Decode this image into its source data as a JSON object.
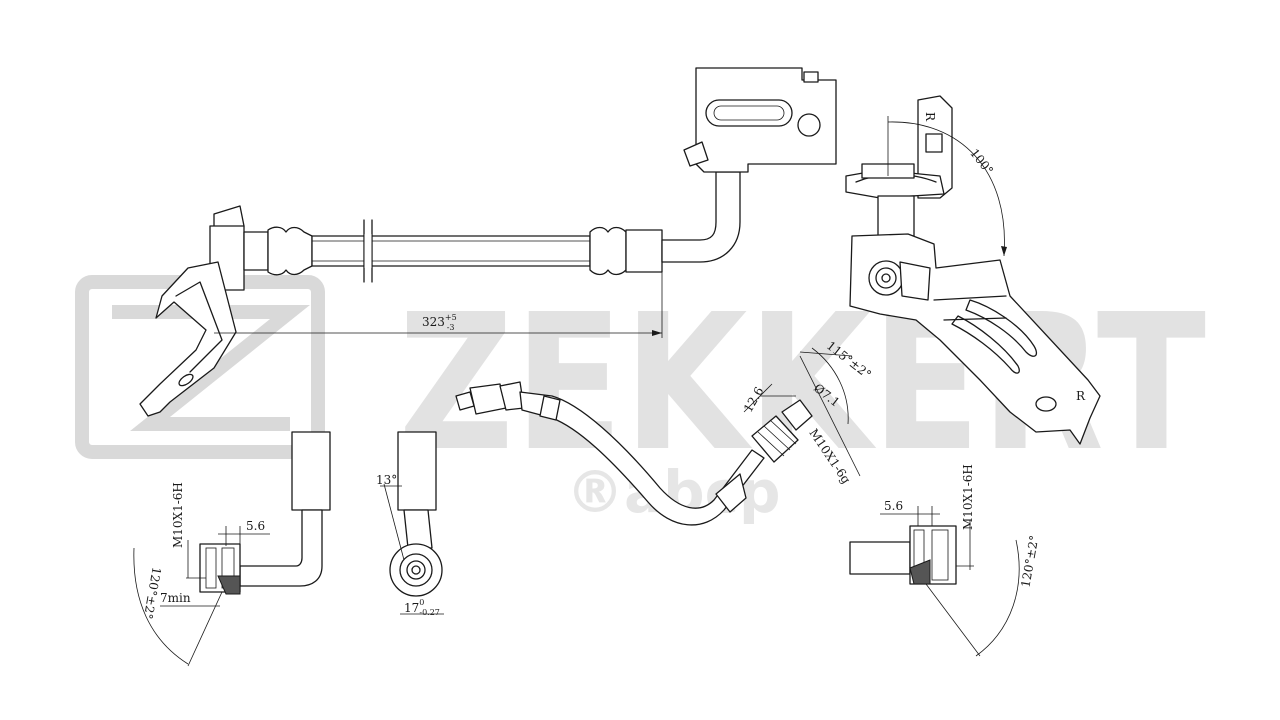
{
  "watermark": {
    "brand": "ZEKKERT",
    "sub": "®abcp"
  },
  "dimensions": {
    "length": "323",
    "length_tol_upper": "+5",
    "length_tol_lower": "-3",
    "angle_right_bracket": "100°",
    "angle_fitting": "115°±2°",
    "diameter": "Ø7.1",
    "offset_right": "12.6",
    "thread_male": "M10X1-6g",
    "thread_female_left": "M10X1-6H",
    "thread_female_right": "M10X1-6H",
    "width_left": "5.6",
    "width_right": "5.6",
    "min_left": "7min",
    "angle_left": "120°±2°",
    "angle_right": "120°±2°",
    "angle_small": "13°",
    "hex": "17",
    "hex_tol_upper": "0",
    "hex_tol_lower": "-0.27"
  },
  "labels": {
    "bracket_mark": "R"
  }
}
